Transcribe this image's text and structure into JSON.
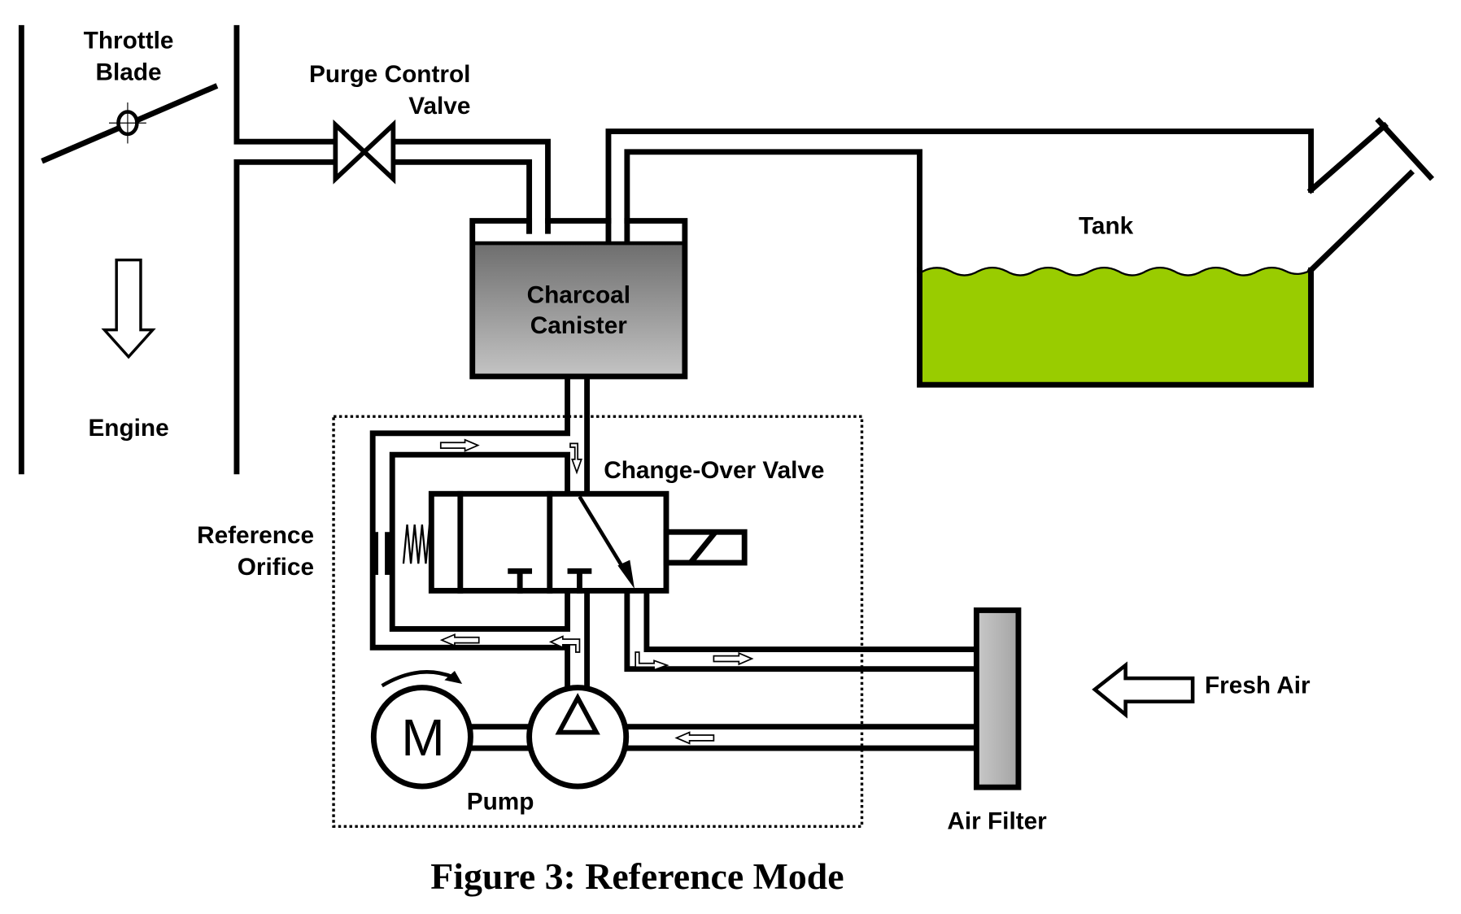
{
  "diagram": {
    "caption": "Figure 3: Reference Mode",
    "labels": {
      "throttle_line1": "Throttle",
      "throttle_line2": "Blade",
      "purge_line1": "Purge Control",
      "purge_line2": "Valve",
      "engine": "Engine",
      "charcoal_line1": "Charcoal",
      "charcoal_line2": "Canister",
      "tank": "Tank",
      "change_over_valve": "Change-Over Valve",
      "reference_line1": "Reference",
      "reference_line2": "Orifice",
      "pump": "Pump",
      "motor_symbol": "M",
      "fresh_air": "Fresh Air",
      "air_filter": "Air Filter"
    },
    "colors": {
      "fuel": "#99cc00",
      "canister_top": "#6e6e6e",
      "canister_bottom": "#c4c4c4",
      "filter": "#b0b0b0"
    },
    "components": [
      {
        "id": "throttle-blade",
        "name": "Throttle Blade"
      },
      {
        "id": "purge-control-valve",
        "name": "Purge Control Valve"
      },
      {
        "id": "charcoal-canister",
        "name": "Charcoal Canister"
      },
      {
        "id": "tank",
        "name": "Tank"
      },
      {
        "id": "change-over-valve",
        "name": "Change-Over Valve"
      },
      {
        "id": "reference-orifice",
        "name": "Reference Orifice"
      },
      {
        "id": "pump",
        "name": "Pump"
      },
      {
        "id": "motor",
        "name": "M"
      },
      {
        "id": "air-filter",
        "name": "Air Filter"
      }
    ]
  }
}
